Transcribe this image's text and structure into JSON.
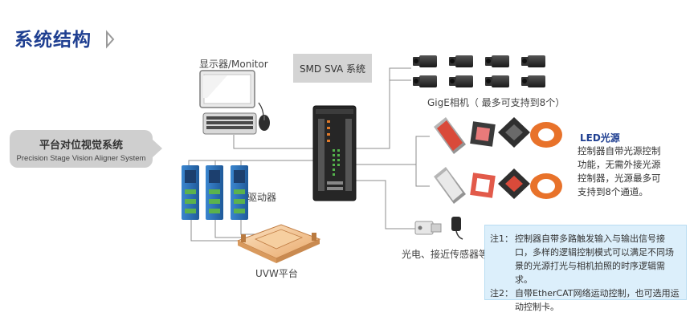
{
  "heading": "系统结构",
  "labels": {
    "monitor": "显示器/Monitor",
    "sva": "SMD SVA 系统",
    "cameras": "GigE相机（ 最多可支持到8个）",
    "driver": "驱动器",
    "uvw": "UVW平台",
    "sensors": "光电、接近传感器等"
  },
  "system": {
    "title_cn": "平台对位视觉系统",
    "title_en": "Precision Stage Vision Aligner System"
  },
  "led": {
    "title": "LED光源",
    "lines": [
      "控制器自带光源控制",
      "功能，无需外接光源",
      "控制器，光源最多可",
      "支持到8个通道。"
    ]
  },
  "notes": [
    {
      "label": "注1：",
      "text": "控制器自带多路触发输入与输出信号接口，多样的逻辑控制模式可以满足不同场景的光源打光与相机拍照的时序逻辑需求。"
    },
    {
      "label": "注2：",
      "text": "自带EtherCAT网络运动控制，也可选用运动控制卡。"
    }
  ],
  "colors": {
    "heading": "#1f3f91",
    "line": "#8c8c8c",
    "note_bg": "#dceffb",
    "pill_bg": "#cfcfcf",
    "led_red": "#d94a3a",
    "led_orange": "#e8722a",
    "driver_blue": "#2d6fb6"
  }
}
